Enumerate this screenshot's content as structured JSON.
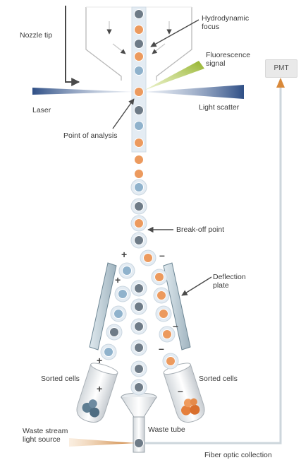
{
  "labels": {
    "nozzle_tip": "Nozzle tip",
    "hydrodynamic_focus_1": "Hydrodynamic",
    "hydrodynamic_focus_2": "focus",
    "fluorescence_signal_1": "Fluorescence",
    "fluorescence_signal_2": "signal",
    "pmt": "PMT",
    "laser": "Laser",
    "light_scatter": "Light scatter",
    "point_of_analysis": "Point of analysis",
    "break_off_point": "Break-off point",
    "deflection_plate_1": "Deflection",
    "deflection_plate_2": "plate",
    "sorted_cells_left": "Sorted cells",
    "sorted_cells_right": "Sorted cells",
    "waste_tube": "Waste tube",
    "waste_stream_light_source_1": "Waste stream",
    "waste_stream_light_source_2": "light source",
    "fiber_optic_collection": "Fiber optic collection"
  },
  "charges": {
    "plus": "+",
    "minus": "–"
  },
  "colors": {
    "cell_gray": "#6e7b87",
    "cell_orange": "#ec9a5e",
    "cell_blue": "#8fb2cc",
    "sheath": "#e4ecf3",
    "arrow_orange": "#d9893a",
    "laser_blue": "#2f4f86",
    "fluorescence_green": "#a8c23a"
  }
}
